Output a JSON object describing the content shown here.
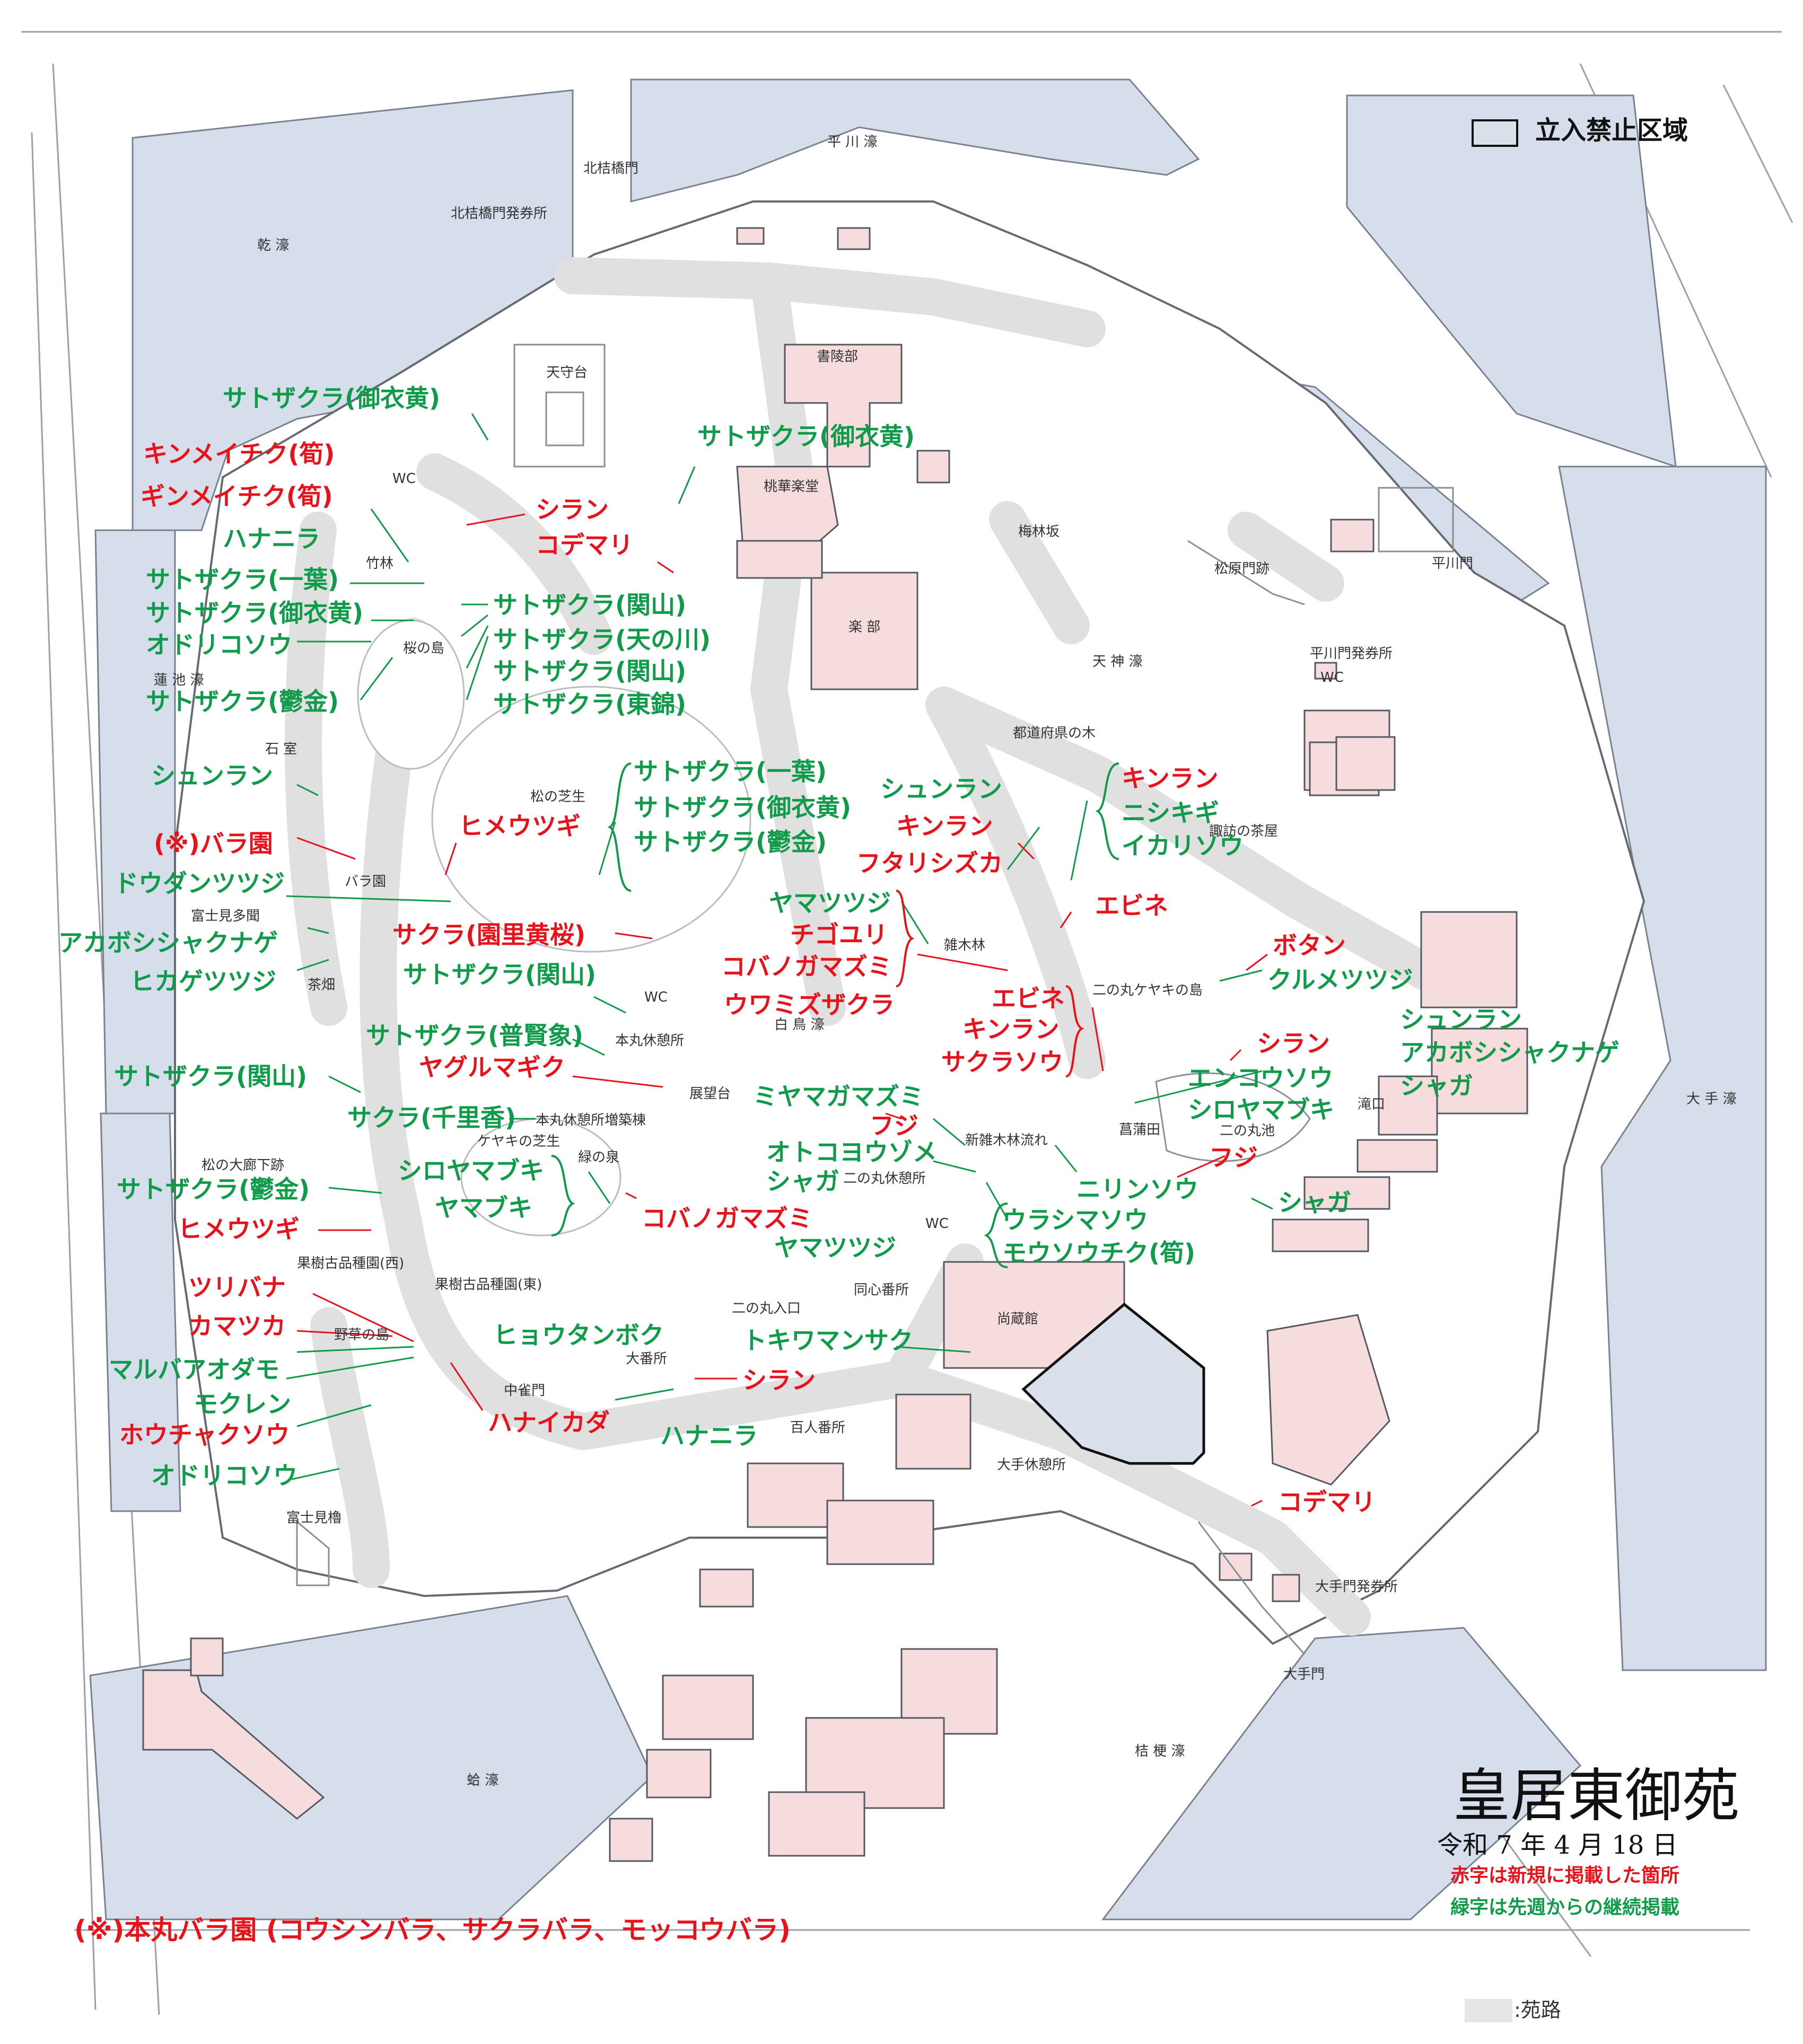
{
  "colors": {
    "moat": "#d6deeb",
    "restricted": "#d9e0ea",
    "building": "#f6dcdd",
    "path": "#e0e0e0",
    "new": "#e8121b",
    "continued": "#0f9b4a"
  },
  "legend": {
    "restricted_area": "立入禁止区域",
    "path": ":苑路"
  },
  "title": {
    "name": "皇居東御苑",
    "date": "令和 7 年 4 月 18 日",
    "note_red": "赤字は新規に掲載した箇所",
    "note_green": "緑字は先週からの継続掲載"
  },
  "footnote": "(※)本丸バラ園 (コウシンバラ、サクラバラ、モッコウバラ)",
  "places": {
    "inui_moat": "乾 濠",
    "hirakawa_moat": "平 川 濠",
    "kitahanebashi_gate": "北桔橋門",
    "kitahanebashi_ticket": "北桔橋門発券所",
    "tenshudai": "天守台",
    "shoryobu": "書陵部",
    "tokagakudo": "桃華楽堂",
    "gakubu": "楽 部",
    "baibayashi": "梅林坂",
    "matsubara_gate": "松原門跡",
    "hirakawa_gate": "平川門",
    "hirakawa_ticket": "平川門発券所",
    "tenjin_moat": "天 神 濠",
    "wc1": "WC",
    "wc2": "WC",
    "wc3": "WC",
    "wc4": "WC",
    "chikurin": "竹林",
    "sakura_island": "桜の島",
    "hasuike_moat": "蓮 池 濠",
    "ishimuro": "石 室",
    "matsu_shiba": "松の芝生",
    "todofuken": "都道府県の木",
    "suwa_chaya": "諏訪の茶屋",
    "barazono": "バラ園",
    "fujimi_tamon": "富士見多聞",
    "chabatake": "茶畑",
    "zokibayashi": "雑木林",
    "keyaki_island": "二の丸ケヤキの島",
    "hakucho_moat": "白 鳥 濠",
    "honmaru_rest": "本丸休憩所",
    "honmaru_rest_annex": "本丸休憩所増築棟",
    "tenjidai": "展望台",
    "keyaki_shiba": "ケヤキの芝生",
    "midori_izumi": "緑の泉",
    "matsu_roka": "松の大廊下跡",
    "shinzokibayashi": "新雑木林流れ",
    "shobuta": "菖蒲田",
    "ninomaru_ike": "二の丸池",
    "takiguchi": "滝口",
    "ninomaru_rest": "二の丸休憩所",
    "kaju_west": "果樹古品種園(西)",
    "kaju_east": "果樹古品種園(東)",
    "yasou_island": "野草の島",
    "ninomaru_entrance": "二の丸入口",
    "doshinbansho": "同心番所",
    "shozokan": "尚蔵館",
    "nakanomon": "中雀門",
    "obansho": "大番所",
    "hyakunin": "百人番所",
    "ote_rest": "大手休憩所",
    "fujimi_yagura": "富士見櫓",
    "ote_moat": "大 手 濠",
    "otemon_ticket": "大手門発券所",
    "otemon": "大手門",
    "kikyo_moat": "桔 梗 濠",
    "hamaguri_moat": "蛤 濠"
  },
  "flowers": {
    "f01": "サトザクラ(御衣黄)",
    "f02": "キンメイチク(筍)",
    "f03": "ギンメイチク(筍)",
    "f04": "ハナニラ",
    "f05": "サトザクラ(一葉)",
    "f06": "サトザクラ(御衣黄)",
    "f07": "オドリコソウ",
    "f08": "サトザクラ(鬱金)",
    "f09": "シュンラン",
    "f10": "(※)バラ園",
    "f11": "ドウダンツツジ",
    "f12": "アカボシシャクナゲ",
    "f13": "ヒカゲツツジ",
    "f14": "サトザクラ(関山)",
    "f15": "サトザクラ(鬱金)",
    "f16": "ヒメウツギ",
    "f17": "ツリバナ",
    "f18": "カマツカ",
    "f19": "マルバアオダモ",
    "f20": "モクレン",
    "f21": "ホウチャクソウ",
    "f22": "オドリコソウ",
    "f23": "シラン",
    "f24": "コデマリ",
    "f25": "サトザクラ(御衣黄)",
    "f26": "サトザクラ(関山)",
    "f27": "サトザクラ(天の川)",
    "f28": "サトザクラ(関山)",
    "f29": "サトザクラ(東錦)",
    "f30": "サトザクラ(一葉)",
    "f31": "サトザクラ(御衣黄)",
    "f32": "サトザクラ(鬱金)",
    "f33": "ヒメウツギ",
    "f34": "サクラ(園里黄桜)",
    "f35": "サトザクラ(関山)",
    "f36": "サトザクラ(普賢象)",
    "f37": "ヤグルマギク",
    "f38": "サクラ(千里香)",
    "f39": "シロヤマブキ",
    "f40": "ヤマブキ",
    "f41": "コバノガマズミ",
    "f42": "ヒョウタンボク",
    "f43": "ハナイカダ",
    "f44": "シラン",
    "f45": "ハナニラ",
    "f46": "シュンラン",
    "f47": "キンラン",
    "f48": "フタリシズカ",
    "f49": "キンラン",
    "f50": "ニシキギ",
    "f51": "イカリソウ",
    "f52": "エビネ",
    "f53": "ヤマツツジ",
    "f54": "チゴユリ",
    "f55": "コバノガマズミ",
    "f56": "ウワミズザクラ",
    "f57": "ボタン",
    "f58": "クルメツツジ",
    "f59": "エビネ",
    "f60": "キンラン",
    "f61": "サクラソウ",
    "f62": "シラン",
    "f63": "シュンラン",
    "f64": "アカボシシャクナゲ",
    "f65": "エンコウソウ",
    "f66": "シャガ",
    "f67": "シロヤマブキ",
    "f68": "ミヤマガマズミ",
    "f69": "フジ",
    "f70": "オトコヨウゾメ",
    "f71": "シャガ",
    "f72": "ヤマツツジ",
    "f73": "フジ",
    "f74": "ニリンソウ",
    "f75": "シャガ",
    "f76": "ウラシマソウ",
    "f77": "モウソウチク(筍)",
    "f78": "トキワマンサク",
    "f79": "コデマリ"
  }
}
